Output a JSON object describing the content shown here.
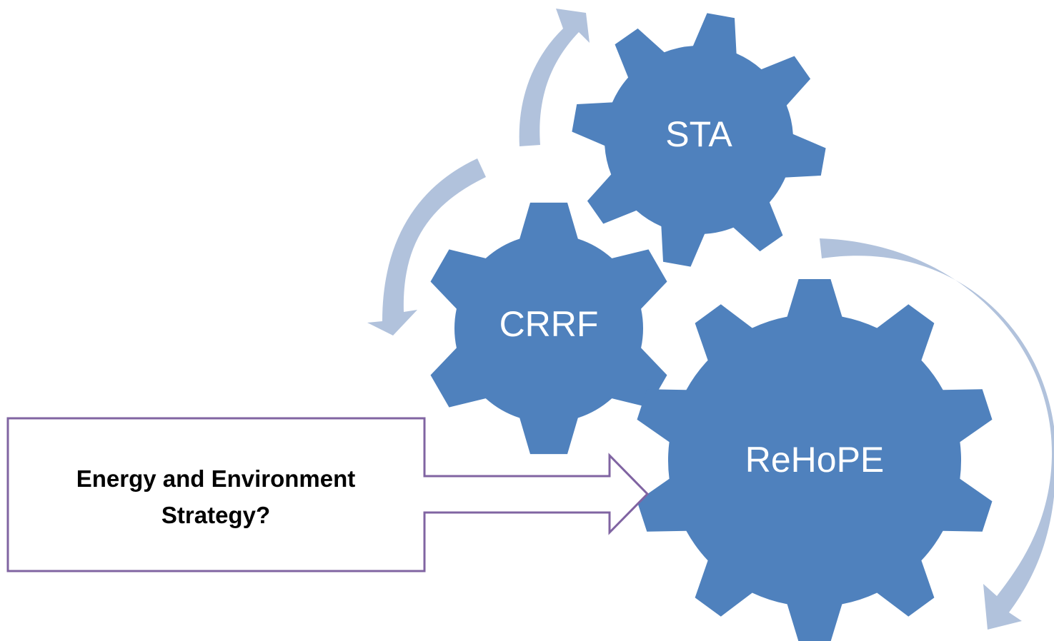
{
  "diagram": {
    "gears": [
      {
        "id": "sta",
        "label": "STA"
      },
      {
        "id": "crrf",
        "label": "CRRF"
      },
      {
        "id": "rehope",
        "label": "ReHoPE"
      }
    ],
    "callout": {
      "lines": [
        "Energy and Environment",
        "Strategy?"
      ]
    }
  },
  "colors": {
    "gear_fill": "#4f81bd",
    "cycle_arrow": "#b1c2dc",
    "callout_border": "#8064a2",
    "label_text": "#ffffff",
    "callout_text": "#000000"
  }
}
